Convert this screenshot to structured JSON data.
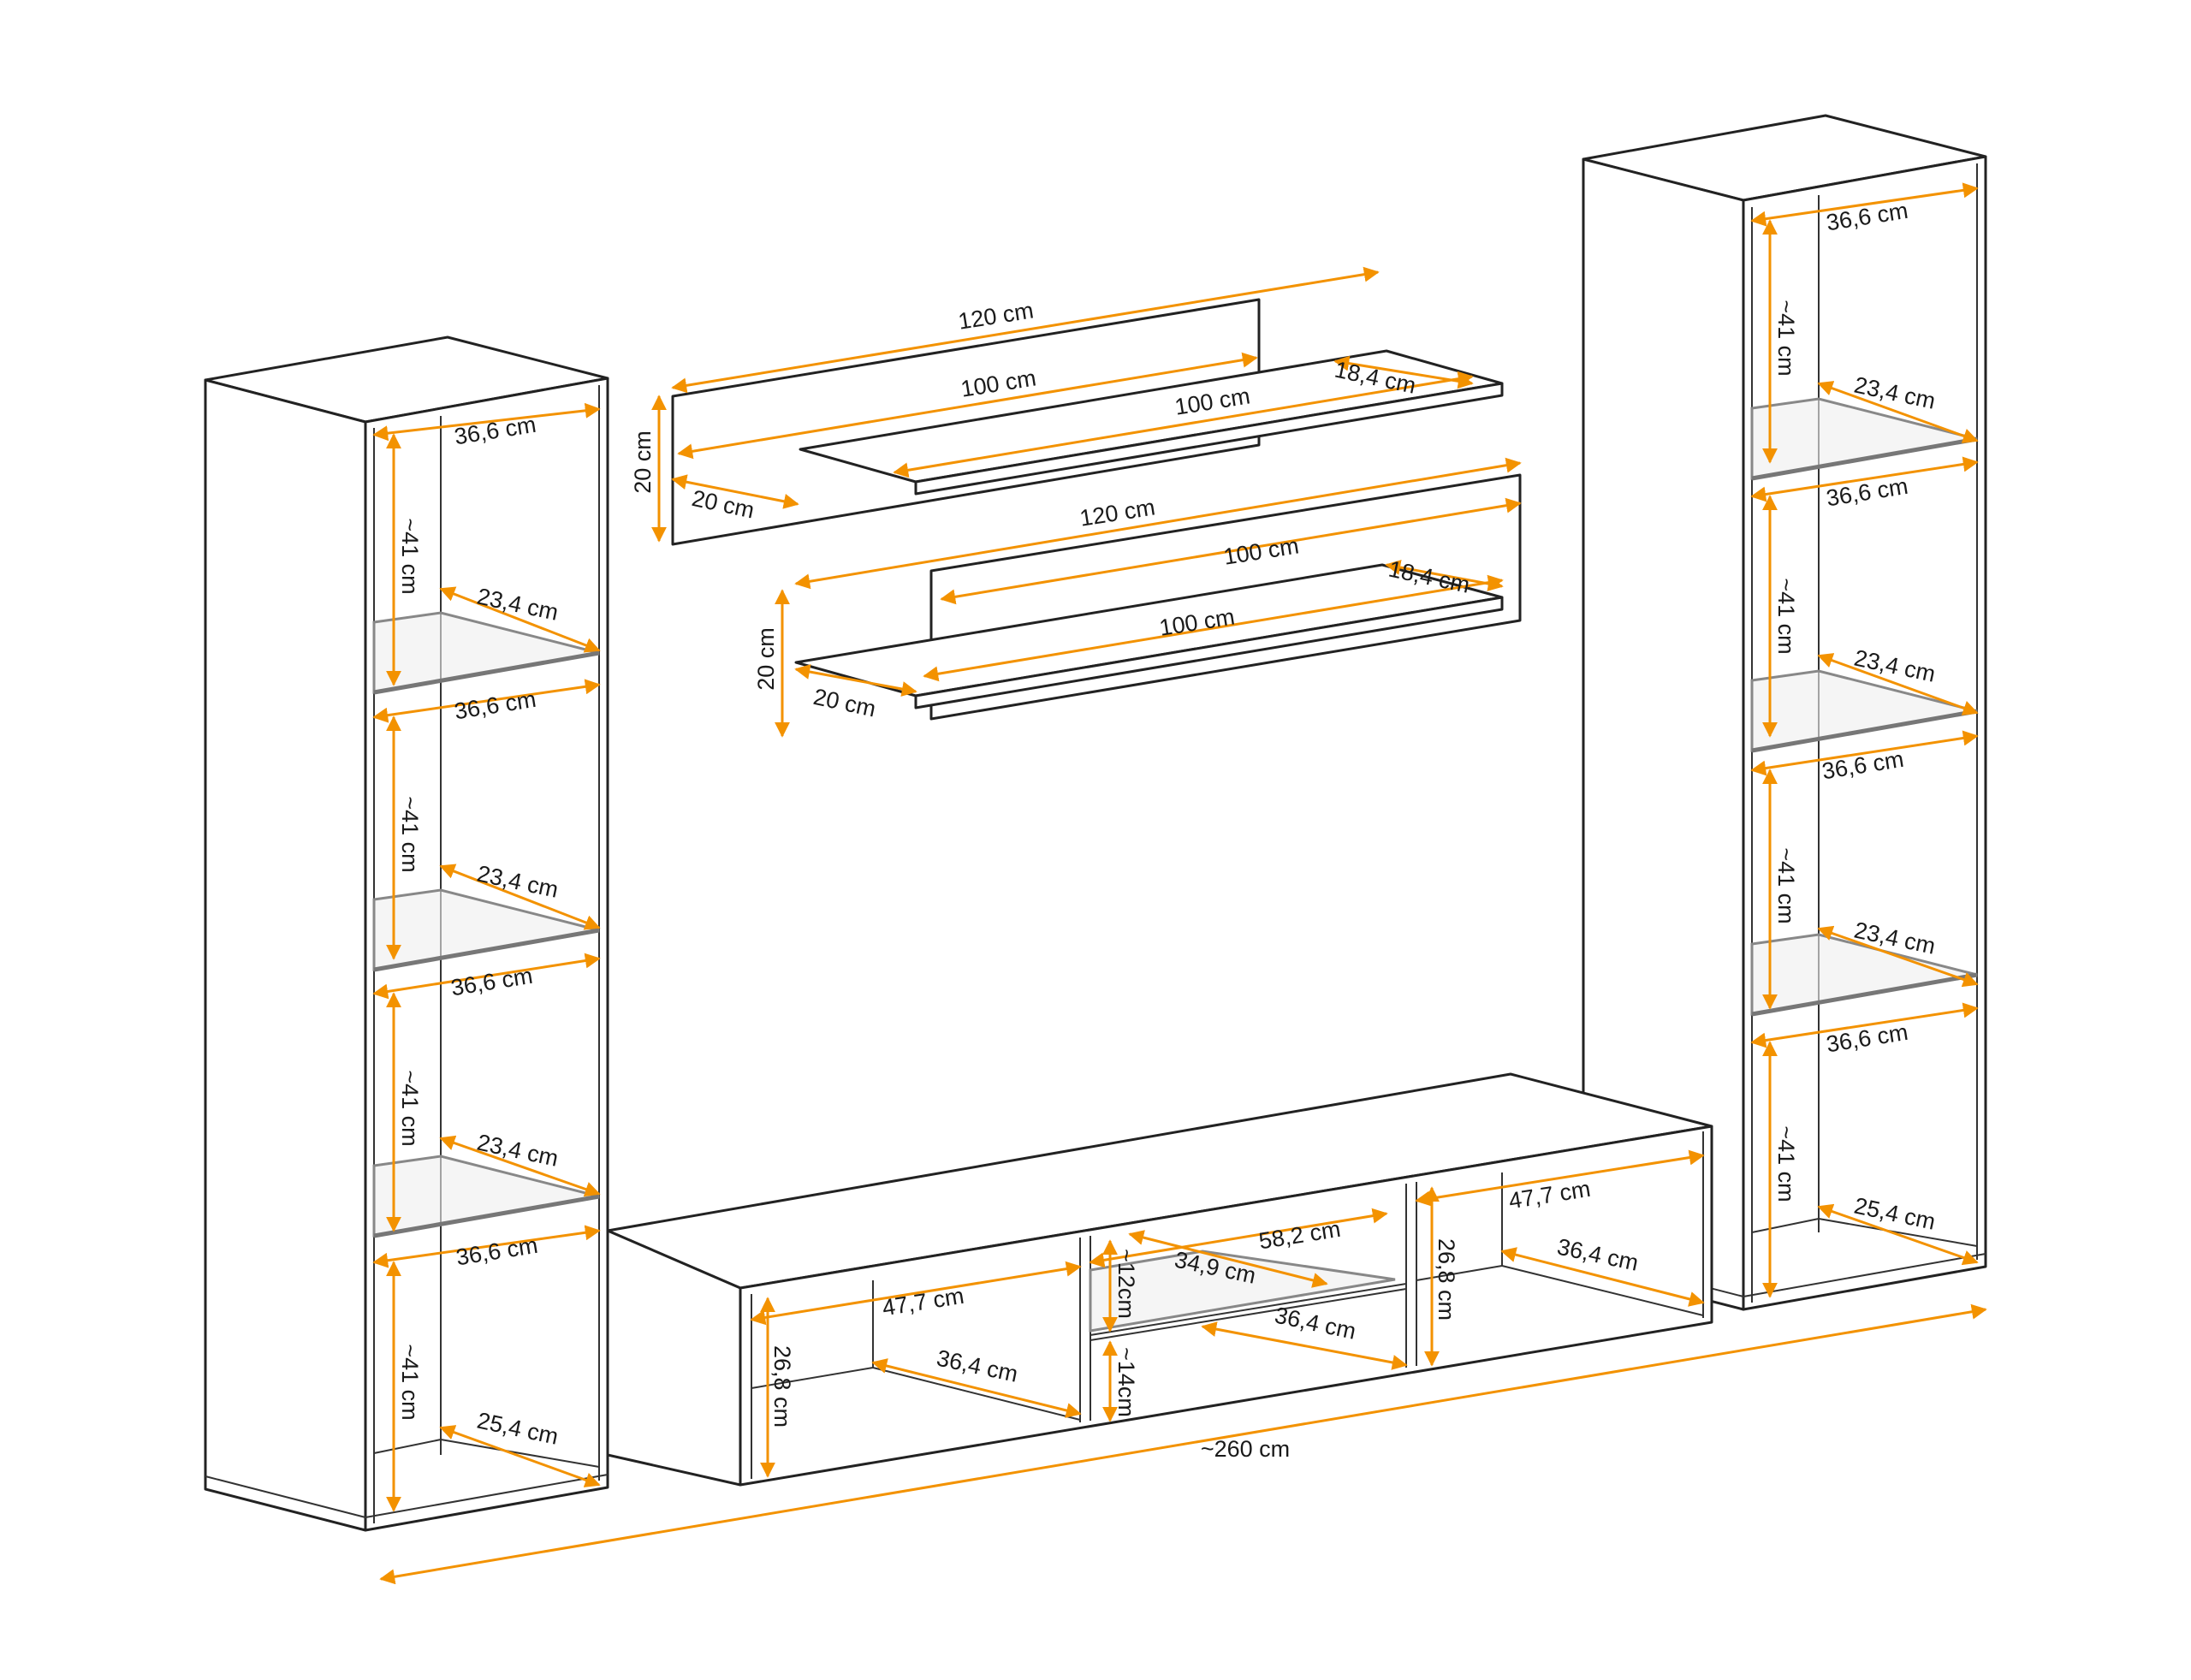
{
  "accent_color": "#f39200",
  "line_color": "#222222",
  "labels": {
    "total_width": "~260 cm",
    "w366": "36,6 cm",
    "w234": "23,4 cm",
    "w254": "25,4 cm",
    "h41": "~41 cm",
    "s120": "120 cm",
    "s100": "100 cm",
    "s184": "18,4 cm",
    "s20": "20 cm",
    "tv477": "47,7 cm",
    "tv364": "36,4 cm",
    "tv268": "26,8 cm",
    "tv582": "58,2 cm",
    "tv349": "34,9 cm",
    "tv12": "~12cm",
    "tv14": "~14cm"
  }
}
